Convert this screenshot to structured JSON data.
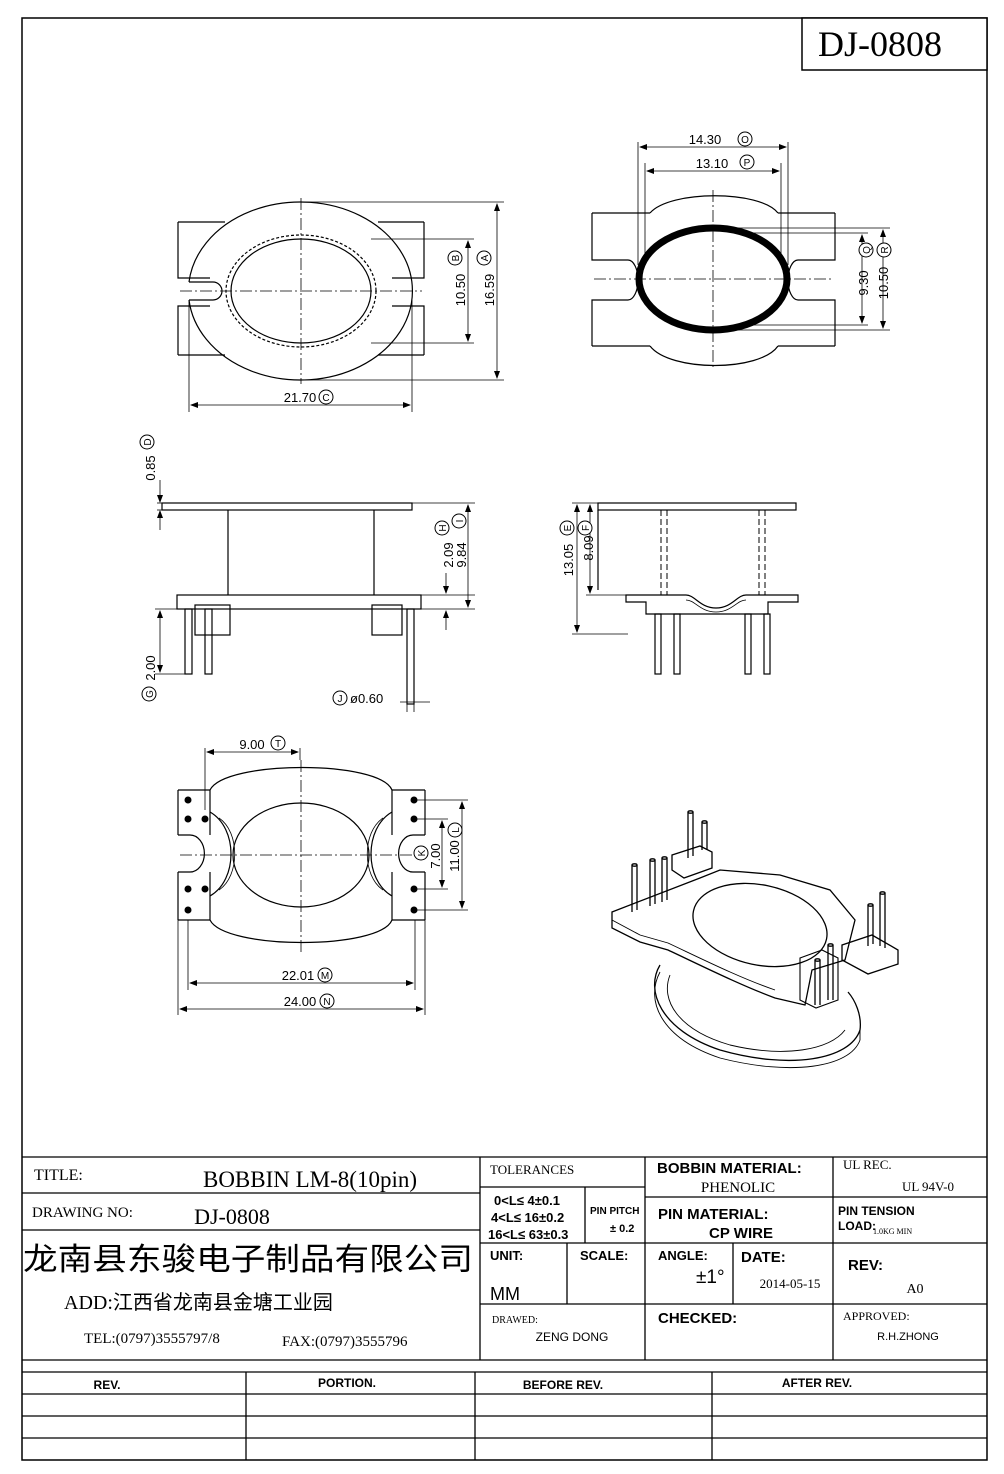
{
  "drawing_id": "DJ-0808",
  "views": {
    "top": {
      "dims": {
        "A": {
          "value": "16.59",
          "tag": "A"
        },
        "B": {
          "value": "10.50",
          "tag": "B"
        },
        "C": {
          "value": "21.70",
          "tag": "C"
        }
      }
    },
    "bottom": {
      "dims": {
        "O": {
          "value": "14.30",
          "tag": "O"
        },
        "P": {
          "value": "13.10",
          "tag": "P"
        },
        "Q": {
          "value": "9.30",
          "tag": "Q"
        },
        "R": {
          "value": "10.50",
          "tag": "R"
        }
      }
    },
    "front": {
      "dims": {
        "D": {
          "value": "0.85",
          "tag": "D"
        },
        "H": {
          "value": "2.09",
          "tag": "H"
        },
        "I": {
          "value": "9.84",
          "tag": "I"
        },
        "G": {
          "value": "2.00",
          "tag": "G"
        },
        "J": {
          "value": "ø0.60",
          "tag": "J"
        }
      }
    },
    "side": {
      "dims": {
        "E": {
          "value": "13.05",
          "tag": "E"
        },
        "F": {
          "value": "8.09",
          "tag": "F"
        }
      }
    },
    "pin": {
      "dims": {
        "T": {
          "value": "9.00",
          "tag": "T"
        },
        "K": {
          "value": "7.00",
          "tag": "K"
        },
        "L": {
          "value": "11.00",
          "tag": "L"
        },
        "M": {
          "value": "22.01",
          "tag": "M"
        },
        "N": {
          "value": "24.00",
          "tag": "N"
        }
      }
    }
  },
  "title_block": {
    "title_label": "TITLE:",
    "title_value": "BOBBIN LM-8(10pin)",
    "drawing_no_label": "DRAWING NO:",
    "drawing_no_value": "DJ-0808",
    "company": "龙南县东骏电子制品有限公司",
    "address": "ADD:江西省龙南县金塘工业园",
    "tel": "TEL:(0797)3555797/8",
    "fax": "FAX:(0797)3555796",
    "tolerances_label": "TOLERANCES",
    "tol1": "0<L≤ 4±0.1",
    "tol2": "4<L≤ 16±0.2",
    "tol3": "16<L≤ 63±0.3",
    "pin_pitch": "PIN PITCH",
    "pin_pitch_tol": "± 0.2",
    "unit_label": "UNIT:",
    "unit_value": "MM",
    "scale_label": "SCALE:",
    "drawed_label": "DRAWED:",
    "drawed_value": "ZENG DONG",
    "bobbin_material_label": "BOBBIN MATERIAL:",
    "bobbin_material_value": "PHENOLIC",
    "pin_material_label": "PIN MATERIAL:",
    "pin_material_value": "CP WIRE",
    "angle_label": "ANGLE:",
    "angle_value": "±1°",
    "date_label": "DATE:",
    "date_value": "2014-05-15",
    "checked_label": "CHECKED:",
    "ul_rec_label": "UL REC.",
    "ul_rec_value": "UL  94V-0",
    "pin_tension_label": "PIN TENSION",
    "load_label": "LOAD:",
    "load_value": "1.0KG MIN",
    "rev_label": "REV:",
    "rev_value": "A0",
    "approved_label": "APPROVED:",
    "approved_value": "R.H.ZHONG"
  },
  "revision_table": {
    "headers": [
      "REV.",
      "PORTION.",
      "BEFORE REV.",
      "AFTER REV."
    ]
  }
}
